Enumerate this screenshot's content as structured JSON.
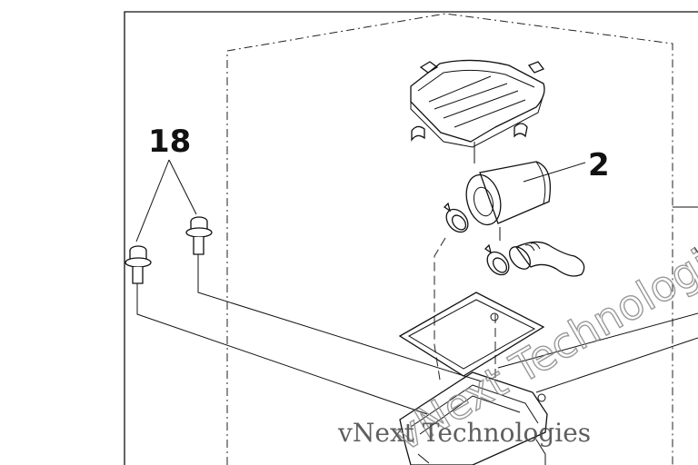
{
  "callouts": {
    "screws": "18",
    "filter": "2"
  },
  "watermark": {
    "text": "vNext Technologies"
  }
}
